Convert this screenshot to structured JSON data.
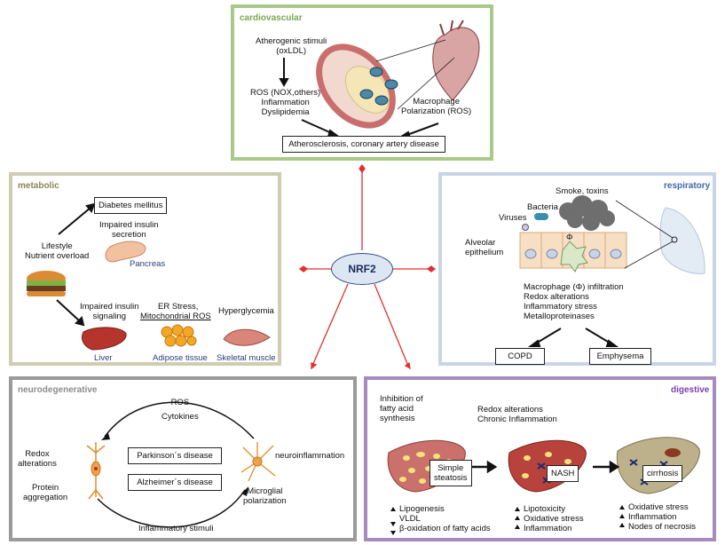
{
  "center": {
    "label": "NRF2"
  },
  "cardiovascular": {
    "title": "cardiovascular",
    "atherogenic": "Atherogenic stimuli\n(oxLDL)",
    "ros": "ROS (NOX,others)\nInflammation\nDyslipidemia",
    "macrophage": "Macrophage\nPolarization (ROS)",
    "outcome": "Atherosclerosis, coronary artery disease"
  },
  "metabolic": {
    "title": "metabolic",
    "diabetes": "Diabetes mellitus",
    "impaired_secretion": "Impaired insulin\nsecretion",
    "pancreas": "Pancreas",
    "lifestyle": "Lifestyle\nNutrient overload",
    "impaired_signaling": "Impaired insulin\nsignaling",
    "er_stress": "ER Stress,",
    "mito_ros": "Mitochondrial ROS",
    "hyperglycemia": "Hyperglycemia",
    "liver": "Liver",
    "adipose": "Adipose tissue",
    "muscle": "Skeletal muscle"
  },
  "respiratory": {
    "title": "respiratory",
    "smoke": "Smoke, toxins",
    "bacteria": "Bacteria",
    "viruses": "Viruses",
    "phi": "Φ",
    "alveolar": "Alveolar\nepithelium",
    "effects": "Macrophage (Φ) infiltration\nRedox alterations\nInflammatory stress\nMetalloproteinases",
    "copd": "COPD",
    "emphysema": "Emphysema"
  },
  "neurodegenerative": {
    "title": "neurodegenerative",
    "ros_cytokines": "ROS\nCytokines",
    "redox": "Redox\nalterations",
    "protein": "Protein\naggregation",
    "parkinsons": "Parkinson´s disease",
    "alzheimers": "Alzheimer´s disease",
    "neuroinflammation": "neuroinflammation",
    "microglial": "Microglial\npolarization",
    "inflammatory": "Inflammatory stimuli"
  },
  "digestive": {
    "title": "digestive",
    "inhibition": "Inhibition of\nfatty acid\nsynthesis",
    "redox_chronic": "Redox alterations\nChronic Inflammation",
    "simple_steatosis": "Simple\nsteatosis",
    "nash": "NASH",
    "cirrhosis": "cirrhosis",
    "list1": [
      "Lipogenesis",
      "VLDL",
      "β-oxidation of fatty acids"
    ],
    "list2": [
      "Lipotoxicity",
      "Oxidative stress",
      "Inflammation"
    ],
    "list3": [
      "Oxidative stress",
      "Inflammation",
      "Nodes of necrosis"
    ]
  },
  "colors": {
    "cardio_border": "#a9c98a",
    "metabolic_border": "#cfcdb0",
    "resp_border": "#c9d5e6",
    "neuro_border": "#9a9a9a",
    "digestive_border": "#a68bc2",
    "connector": "#e0302f",
    "nrf2_fill": "#dde6f3",
    "nrf2_stroke": "#2e4e86"
  }
}
